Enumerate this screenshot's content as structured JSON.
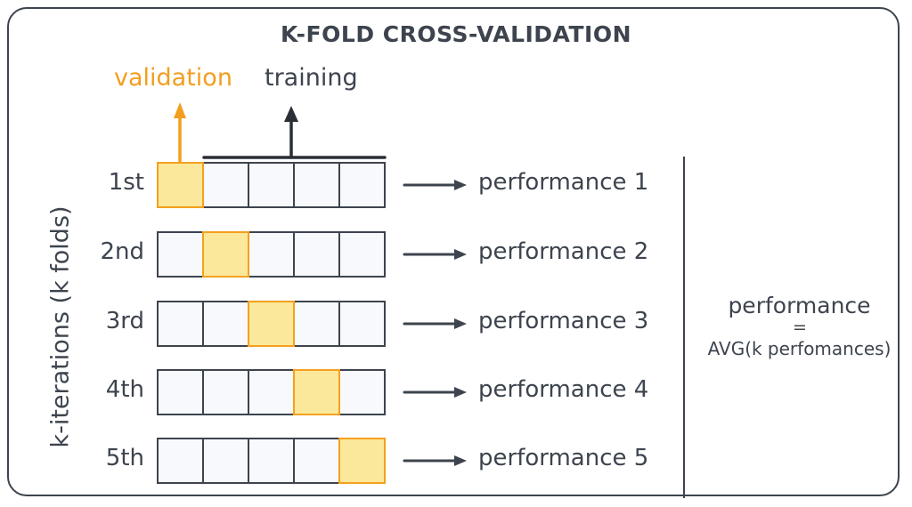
{
  "diagram": {
    "title": "K-FOLD CROSS-VALIDATION",
    "colors": {
      "ink": "#3d444e",
      "orange": "#f29e1f",
      "validation_fill": "#fce89b",
      "validation_border": "#f4a01e",
      "cell_fill": "#f7f9fc",
      "background": "#ffffff"
    },
    "legend": {
      "validation_label": "validation",
      "training_label": "training"
    },
    "axis_label": "k-iterations (k folds)",
    "folds": [
      {
        "label": "1st",
        "validation_index": 0,
        "performance": "performance 1"
      },
      {
        "label": "2nd",
        "validation_index": 1,
        "performance": "performance 2"
      },
      {
        "label": "3rd",
        "validation_index": 2,
        "performance": "performance 3"
      },
      {
        "label": "4th",
        "validation_index": 3,
        "performance": "performance 4"
      },
      {
        "label": "5th",
        "validation_index": 4,
        "performance": "performance 5"
      }
    ],
    "cells_per_row": 5,
    "summary": {
      "line1": "performance",
      "line2": "=",
      "line3": "AVG(k perfomances)"
    }
  }
}
